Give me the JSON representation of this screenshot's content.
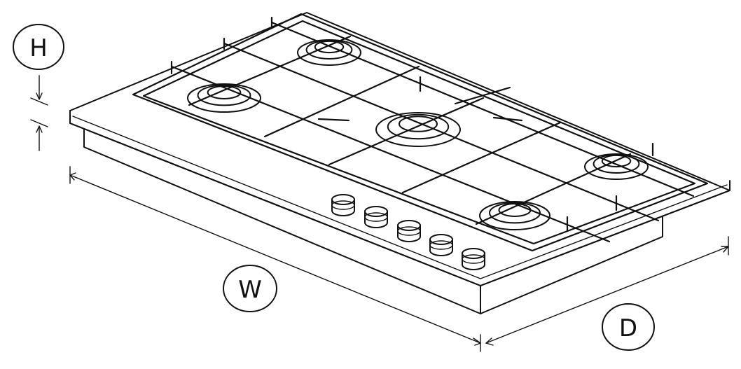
{
  "diagram": {
    "labels": {
      "height": "H",
      "width": "W",
      "depth": "D"
    },
    "burners": 5,
    "knobs": 5
  }
}
